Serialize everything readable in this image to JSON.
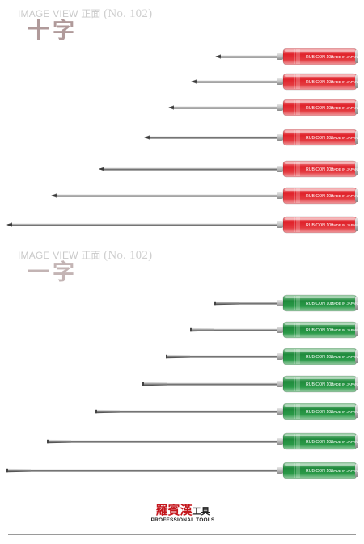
{
  "sections": [
    {
      "caption_text": "IMAGE VIEW  正面",
      "caption_num": "(No. 102)",
      "title": "十字",
      "tip": "phillips",
      "handle_color": "#e0222a",
      "handle_text": "RUBICON  102",
      "handle_text2": "MADE IN JAPAN",
      "count": 7
    },
    {
      "caption_text": "IMAGE VIEW  正面",
      "caption_num": "(No. 102)",
      "title": "一字",
      "tip": "slotted",
      "handle_color": "#1f8a3c",
      "handle_text": "RUBICON  102",
      "handle_text2": "MADE IN JAPAN",
      "count": 7
    }
  ],
  "logo": {
    "brand": "羅賓漢",
    "brand_suffix": "工具",
    "tagline": "PROFESSIONAL TOOLS"
  }
}
